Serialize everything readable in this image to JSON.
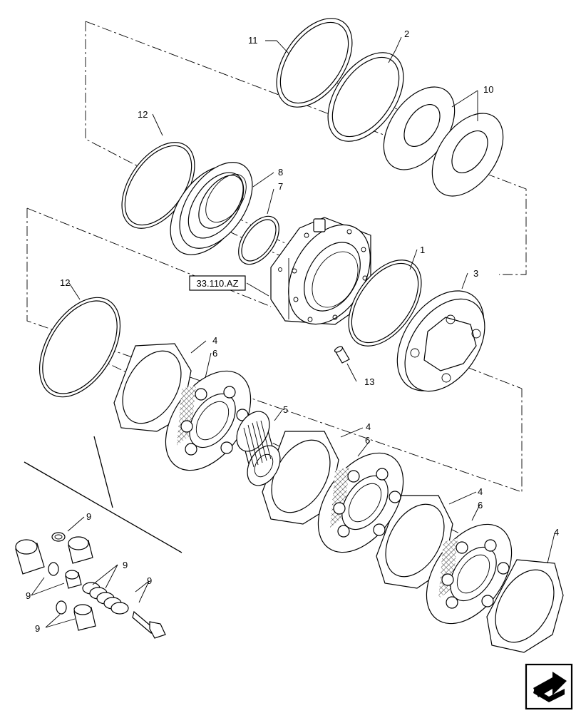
{
  "reference_label": "33.110.AZ",
  "callouts": {
    "c1": "1",
    "c2": "2",
    "c3": "3",
    "c4a": "4",
    "c4b": "4",
    "c4c": "4",
    "c4d": "4",
    "c5": "5",
    "c6a": "6",
    "c6b": "6",
    "c6c": "6",
    "c7": "7",
    "c8": "8",
    "c9a": "9",
    "c9b": "9",
    "c9c": "9",
    "c9d": "9",
    "c9e": "9",
    "c10": "10",
    "c11": "11",
    "c12a": "12",
    "c12b": "12",
    "c13": "13"
  },
  "nav_icon": "next-page-arrow-icon"
}
